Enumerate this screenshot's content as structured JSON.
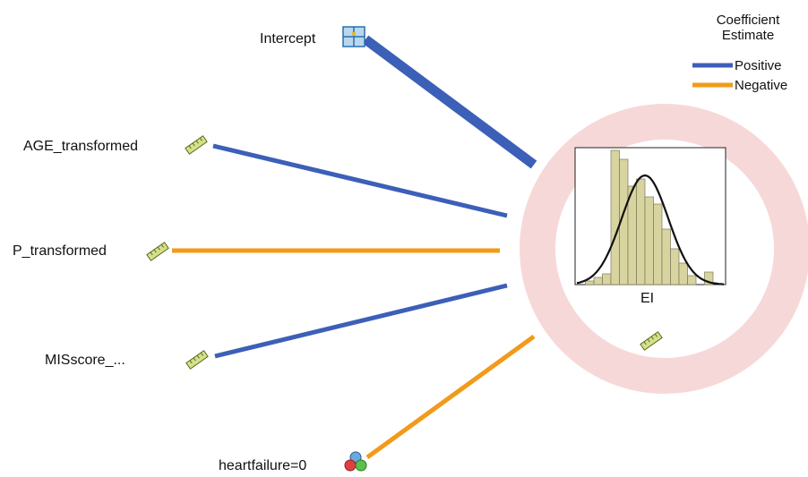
{
  "legend": {
    "title_line1": "Coefficient",
    "title_line2": "Estimate",
    "positive_label": "Positive",
    "negative_label": "Negative",
    "positive_color": "#3c5fb8",
    "negative_color": "#f29a1a"
  },
  "inputs": [
    {
      "label": "Intercept",
      "icon": "intercept-grid-icon",
      "sign": "positive"
    },
    {
      "label": "AGE_transformed",
      "icon": "ruler-continuous-icon",
      "sign": "positive"
    },
    {
      "label": "P_transformed",
      "icon": "ruler-continuous-icon",
      "sign": "negative"
    },
    {
      "label": "MISscore_...",
      "icon": "ruler-continuous-icon",
      "sign": "positive"
    },
    {
      "label": "heartfailure=0",
      "icon": "nominal-circles-icon",
      "sign": "negative"
    }
  ],
  "target": {
    "label": "EI",
    "icon": "ruler-continuous-icon",
    "ring_color": "#f7d3d3",
    "bar_color": "#d8d4a0"
  }
}
